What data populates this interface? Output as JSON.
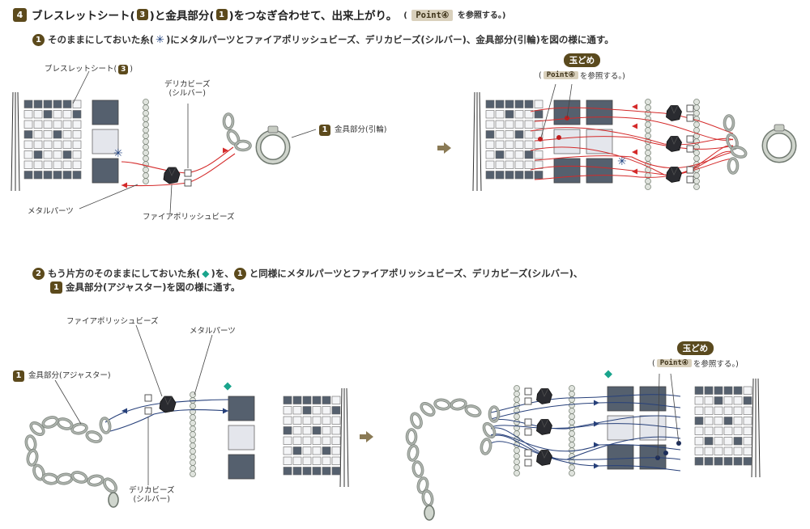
{
  "step": {
    "number": "4",
    "title_pre": "ブレスレットシート(",
    "title_num": "3",
    "title_mid": ")と金具部分(",
    "title_num2": "1",
    "title_post": ")をつなぎ合わせて、出来上がり。",
    "ref_open": "(",
    "ref_point": "Point④",
    "ref_close": "を参照する。)"
  },
  "sub1": {
    "num": "1",
    "text_pre": "そのままにしておいた糸(",
    "symbol": "✳",
    "text_post": ")にメタルパーツとファイアポリッシュビーズ、デリカビーズ(シルバー)、金具部分(引輪)を図の様に通す。"
  },
  "sub2": {
    "num": "2",
    "text_pre": "もう片方のそのままにしておいた糸(",
    "symbol": "◆",
    "text_mid": ")を、",
    "ref_num": "1",
    "text_post": "と同様にメタルパーツとファイアポリッシュビーズ、デリカビーズ(シルバー)、",
    "line2_num": "1",
    "line2_text": "金具部分(アジャスター)を図の様に通す。"
  },
  "labels": {
    "bracelet_sheet_pre": "ブレスレットシート(",
    "bracelet_sheet_num": "3",
    "bracelet_sheet_post": ")",
    "delica_line1": "デリカビーズ",
    "delica_line2": "(シルバー)",
    "clasp_num": "1",
    "clasp_ring": "金具部分(引輪)",
    "metal_parts": "メタルパーツ",
    "fire_polish": "ファイアポリッシュビーズ",
    "clasp_adjuster": "金具部分(アジャスター)",
    "fire_polish_2": "ファイアポリッシュビーズ",
    "metal_parts_2": "メタルパーツ",
    "delica2_line1": "デリカビーズ",
    "delica2_line2": "(シルバー)",
    "star_mark": "✳",
    "diamond_mark": "◆",
    "star_mark_2": "✳",
    "diamond_mark_2": "◆"
  },
  "knot": {
    "label": "玉どめ",
    "ref_open": "(",
    "ref_point": "Point④",
    "ref_close": "を参照する。)"
  },
  "knot2": {
    "label": "玉どめ",
    "ref_open": "(",
    "ref_point": "Point④",
    "ref_close": "を参照する。)"
  },
  "colors": {
    "accent_brown": "#5c4a1c",
    "thread_red": "#d42a2a",
    "thread_navy": "#27407a",
    "bead_dark": "#55606e",
    "bead_light": "#e4e6ec",
    "chain": "#aeb4ae",
    "diamond_green": "#19a48c",
    "star_blue": "#1d3f7e"
  }
}
